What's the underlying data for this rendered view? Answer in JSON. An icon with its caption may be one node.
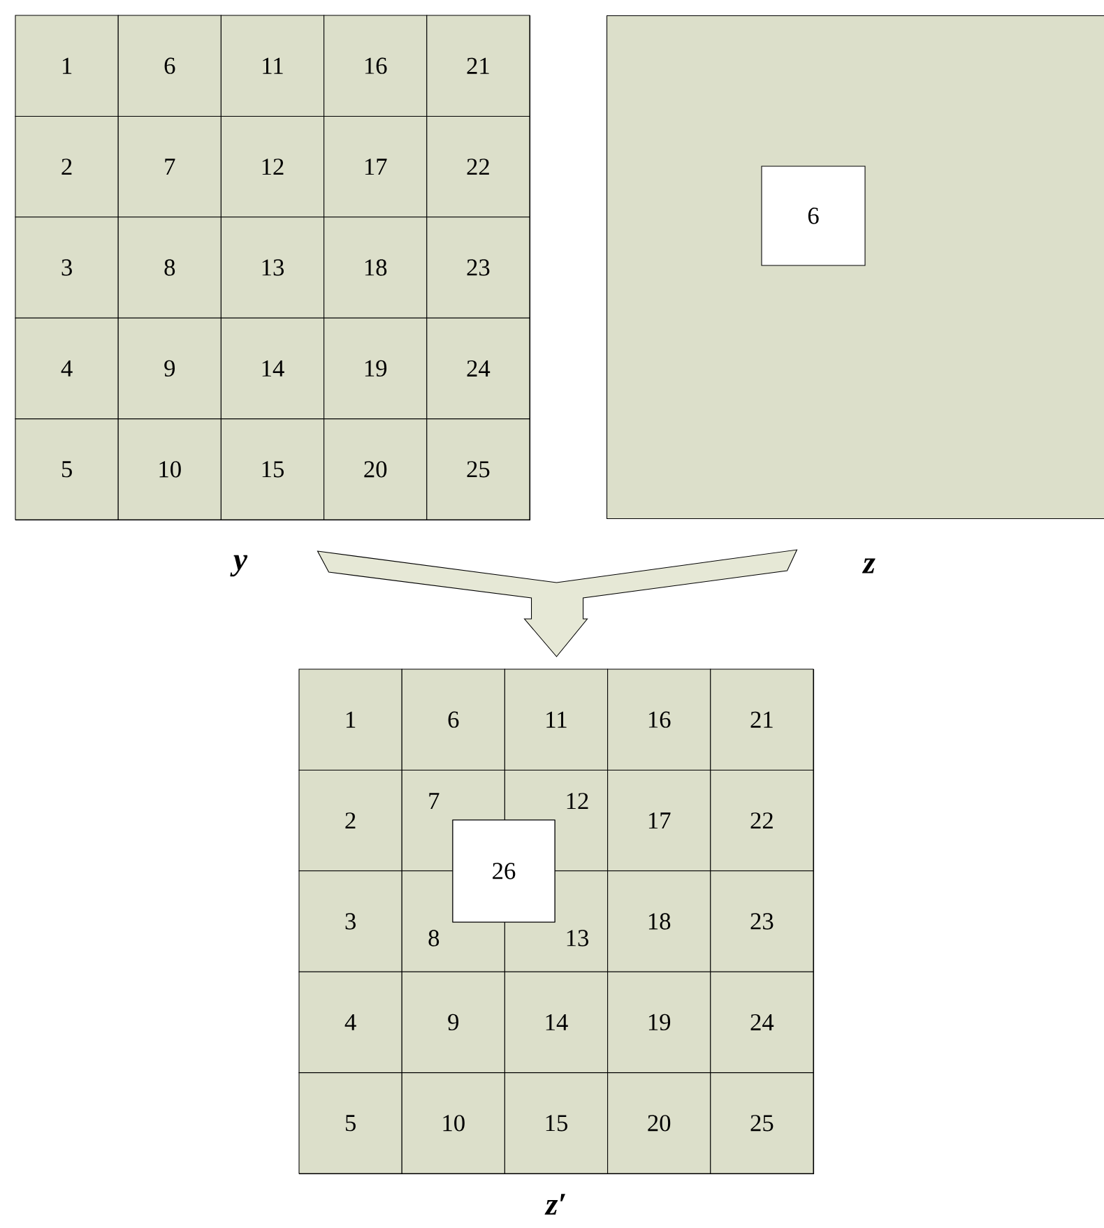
{
  "diagram": {
    "nodes": [
      {
        "text": [
          "y"
        ]
      },
      {
        "text": [
          "1"
        ],
        "in": 0
      },
      {
        "text": [
          "2"
        ],
        "in": 0
      },
      {
        "text": [
          "3"
        ],
        "in": 0
      },
      {
        "text": [
          "4"
        ],
        "in": 0
      },
      {
        "text": [
          "5"
        ],
        "in": 0
      },
      {
        "text": [
          "6"
        ],
        "in": 0
      },
      {
        "text": [
          "7"
        ],
        "in": 0
      },
      {
        "text": [
          "8"
        ],
        "in": 0
      },
      {
        "text": [
          "9"
        ],
        "in": 0
      },
      {
        "text": [
          "10"
        ],
        "in": 0
      },
      {
        "text": [
          "11"
        ],
        "in": 0
      },
      {
        "text": [
          "12"
        ],
        "in": 0
      },
      {
        "text": [
          "13"
        ],
        "in": 0
      },
      {
        "text": [
          "14"
        ],
        "in": 0
      },
      {
        "text": [
          "15"
        ],
        "in": 0
      },
      {
        "text": [
          "16"
        ],
        "in": 0
      },
      {
        "text": [
          "17"
        ],
        "in": 0
      },
      {
        "text": [
          "18"
        ],
        "in": 0
      },
      {
        "text": [
          "19"
        ],
        "in": 0
      },
      {
        "text": [
          "20"
        ],
        "in": 0
      },
      {
        "text": [
          "21"
        ],
        "in": 0
      },
      {
        "text": [
          "22"
        ],
        "in": 0
      },
      {
        "text": [
          "23"
        ],
        "in": 0
      },
      {
        "text": [
          "24"
        ],
        "in": 0
      },
      {
        "text": [
          "25"
        ],
        "in": 0
      },
      {
        "text": [
          "z"
        ]
      },
      {
        "text": [
          "6"
        ],
        "in": 26
      },
      {
        "text": [
          "z′"
        ]
      },
      {
        "text": [
          "1"
        ],
        "in": 28
      },
      {
        "text": [
          "2"
        ],
        "in": 28
      },
      {
        "text": [
          "3"
        ],
        "in": 28
      },
      {
        "text": [
          "4"
        ],
        "in": 28
      },
      {
        "text": [
          "5"
        ],
        "in": 28
      },
      {
        "text": [
          "6"
        ],
        "in": 28
      },
      {
        "text": [
          "7"
        ],
        "in": 28
      },
      {
        "text": [
          "8"
        ],
        "in": 28
      },
      {
        "text": [
          "9"
        ],
        "in": 28
      },
      {
        "text": [
          "10"
        ],
        "in": 28
      },
      {
        "text": [
          "11"
        ],
        "in": 28
      },
      {
        "text": [
          "12"
        ],
        "in": 28
      },
      {
        "text": [
          "13"
        ],
        "in": 28
      },
      {
        "text": [
          "14"
        ],
        "in": 28
      },
      {
        "text": [
          "15"
        ],
        "in": 28
      },
      {
        "text": [
          "16"
        ],
        "in": 28
      },
      {
        "text": [
          "17"
        ],
        "in": 28
      },
      {
        "text": [
          "18"
        ],
        "in": 28
      },
      {
        "text": [
          "19"
        ],
        "in": 28
      },
      {
        "text": [
          "20"
        ],
        "in": 28
      },
      {
        "text": [
          "21"
        ],
        "in": 28
      },
      {
        "text": [
          "22"
        ],
        "in": 28
      },
      {
        "text": [
          "23"
        ],
        "in": 28
      },
      {
        "text": [
          "24"
        ],
        "in": 28
      },
      {
        "text": [
          "25"
        ],
        "in": 28
      },
      {
        "text": [
          "26"
        ],
        "in": 28
      }
    ],
    "edges": [
      {
        "from": 0,
        "to": 28,
        "arrow": "to"
      },
      {
        "from": 26,
        "to": 28,
        "arrow": "to"
      }
    ]
  }
}
